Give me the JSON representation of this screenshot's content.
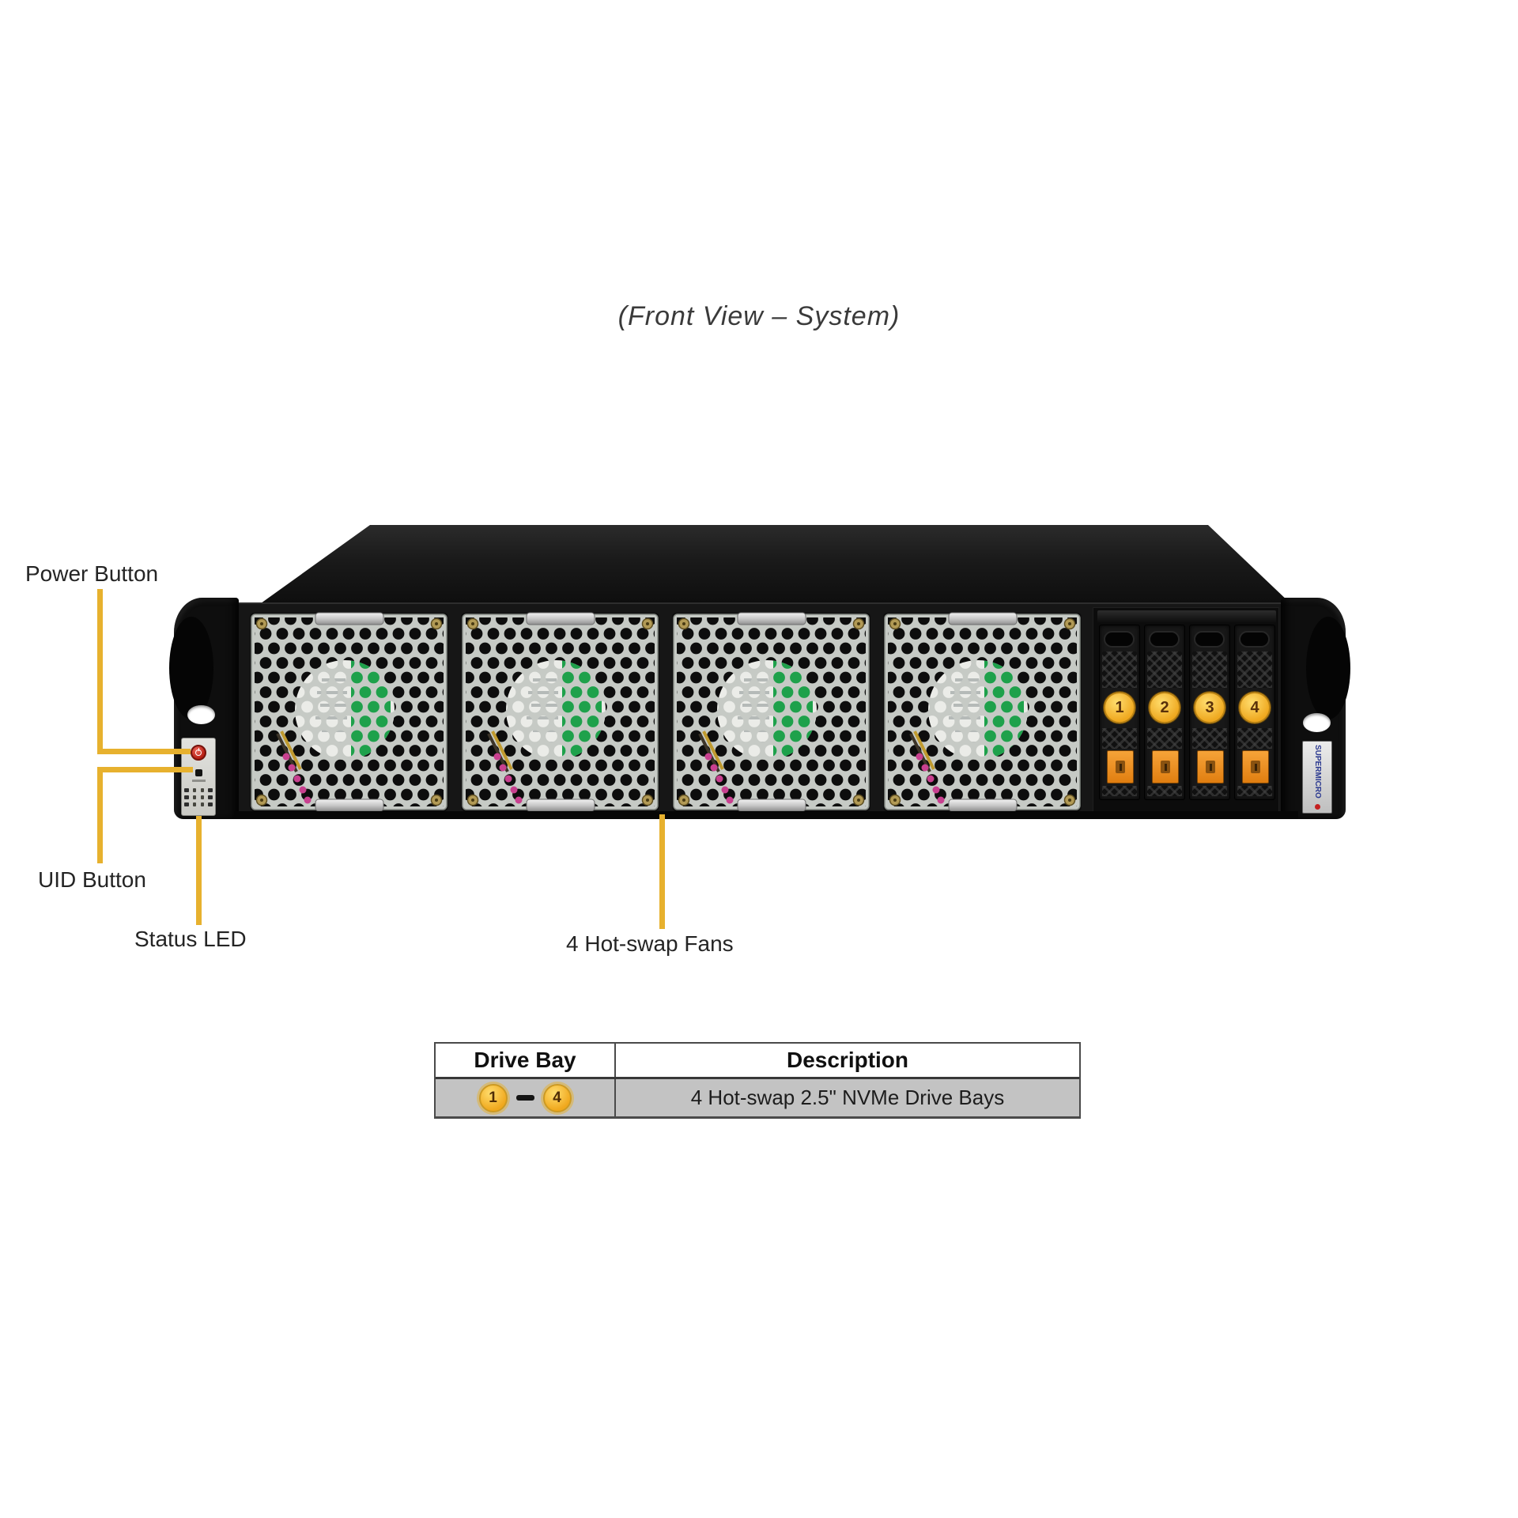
{
  "title": "(Front View – System)",
  "callouts": {
    "power": {
      "label": "Power Button"
    },
    "uid": {
      "label": "UID Button"
    },
    "status": {
      "label": "Status LED"
    },
    "fans": {
      "label": "4 Hot-swap Fans"
    }
  },
  "chassis": {
    "brand_label": "SUPERMICRO",
    "fan_count": 4,
    "drive_bays": [
      {
        "number": "1"
      },
      {
        "number": "2"
      },
      {
        "number": "3"
      },
      {
        "number": "4"
      }
    ]
  },
  "table": {
    "headers": [
      "Drive Bay",
      "Description"
    ],
    "row": {
      "bay_from": "1",
      "bay_to": "4",
      "dash": "–",
      "description": "4 Hot-swap 2.5\" NVMe Drive Bays"
    }
  },
  "colors": {
    "callout_yellow": "#e7b12e",
    "fan_green": "#1ea14b",
    "bay_circle_amber": "#f0a81d",
    "latch_orange": "#e8891d",
    "power_button_red": "#b51d12",
    "brand_blue": "#2b3990",
    "table_row_gray": "#c3c3c3",
    "chassis_black": "#161616"
  }
}
